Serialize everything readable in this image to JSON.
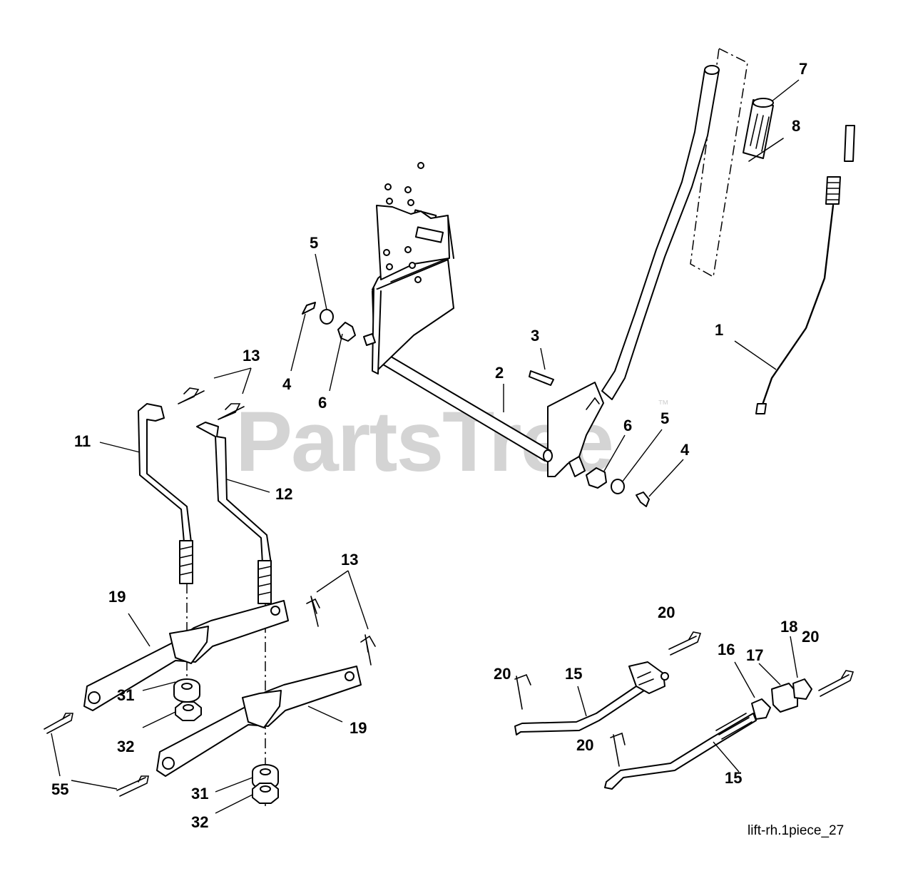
{
  "watermark": {
    "text": "PartsTree",
    "trademark": "™"
  },
  "drawing_number": "lift-rh.1piece_27",
  "callouts": {
    "c1": "1",
    "c2": "2",
    "c3": "3",
    "c4a": "4",
    "c4b": "4",
    "c5a": "5",
    "c5b": "5",
    "c6a": "6",
    "c6b": "6",
    "c7": "7",
    "c8": "8",
    "c11": "11",
    "c12": "12",
    "c13a": "13",
    "c13b": "13",
    "c15a": "15",
    "c15b": "15",
    "c16": "16",
    "c17": "17",
    "c18": "18",
    "c19a": "19",
    "c19b": "19",
    "c20a": "20",
    "c20b": "20",
    "c20c": "20",
    "c20d": "20",
    "c31a": "31",
    "c31b": "31",
    "c32a": "32",
    "c32b": "32",
    "c55": "55"
  }
}
